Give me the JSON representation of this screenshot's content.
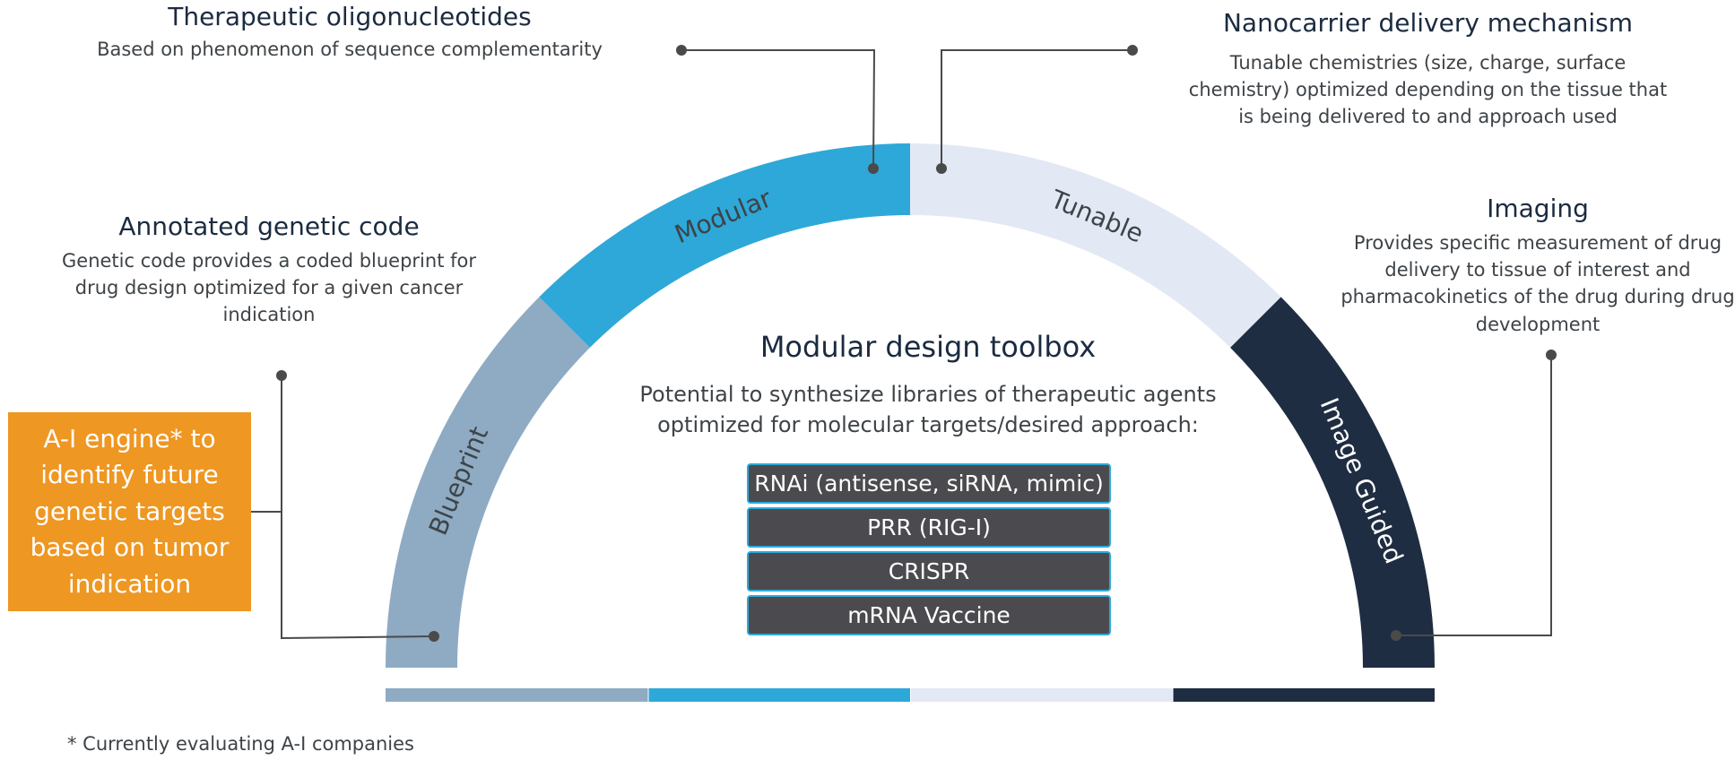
{
  "sections": {
    "oligo": {
      "title": "Therapeutic oligonucleotides",
      "desc": "Based on phenomenon of sequence complementarity"
    },
    "nano": {
      "title": "Nanocarrier delivery mechanism",
      "desc": "Tunable chemistries (size, charge, surface chemistry) optimized depending on the tissue that is being delivered to and approach used"
    },
    "genetic": {
      "title": "Annotated genetic code",
      "desc": "Genetic code provides a coded blueprint for drug design optimized for a given cancer indication"
    },
    "imaging": {
      "title": "Imaging",
      "desc": "Provides specific measurement of drug delivery to tissue of interest and pharmacokinetics of the drug during drug development"
    }
  },
  "arc_segments": [
    {
      "label": "Blueprint",
      "color": "#8eabc3",
      "text_color": "#3e4347"
    },
    {
      "label": "Modular",
      "color": "#2ea8d8",
      "text_color": "#3e4347"
    },
    {
      "label": "Tunable",
      "color": "#e2e9f4",
      "text_color": "#3e4347"
    },
    {
      "label": "Image Guided",
      "color": "#1f2d42",
      "text_color": "#ffffff"
    }
  ],
  "ai_box": {
    "text": "A-I engine* to identify future genetic targets based on tumor indication",
    "color": "#ee9722"
  },
  "toolbox": {
    "title": "Modular design toolbox",
    "desc": "Potential to synthesize libraries of therapeutic agents optimized for molecular targets/desired approach:",
    "items": [
      "RNAi (antisense, siRNA, mimic)",
      "PRR (RIG-I)",
      "CRISPR",
      "mRNA Vaccine"
    ]
  },
  "footnote": "* Currently evaluating A-I companies"
}
